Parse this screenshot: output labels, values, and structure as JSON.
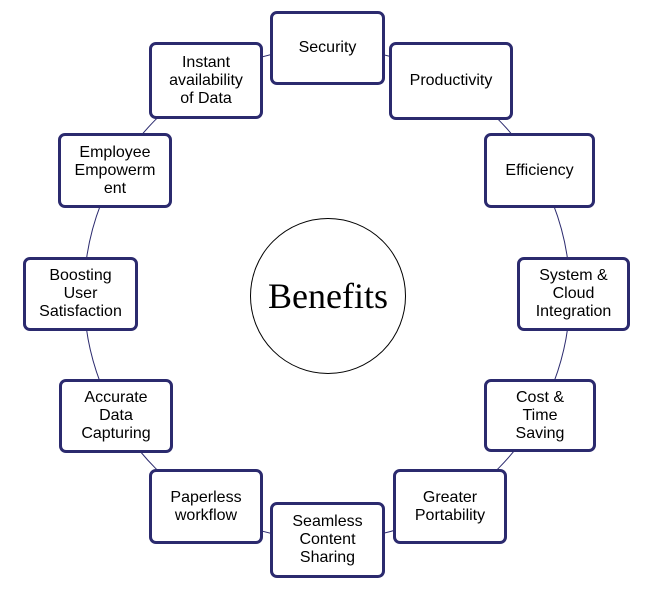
{
  "diagram": {
    "center_label": "Benefits",
    "colors": {
      "node_border": "#2b2a6e",
      "ring": "#2b2a6e",
      "center_border": "#000000",
      "text": "#000000"
    },
    "nodes": [
      {
        "label": "Security"
      },
      {
        "label": "Productivity"
      },
      {
        "label": "Efficiency"
      },
      {
        "label": "System &\nCloud\nIntegration"
      },
      {
        "label": "Cost &\nTime\nSaving"
      },
      {
        "label": "Greater\nPortability"
      },
      {
        "label": "Seamless\nContent\nSharing"
      },
      {
        "label": "Paperless\nworkflow"
      },
      {
        "label": "Accurate\nData\nCapturing"
      },
      {
        "label": "Boosting\nUser\nSatisfaction"
      },
      {
        "label": "Employee\nEmpowerm\nent"
      },
      {
        "label": "Instant\navailability\nof Data"
      }
    ]
  }
}
